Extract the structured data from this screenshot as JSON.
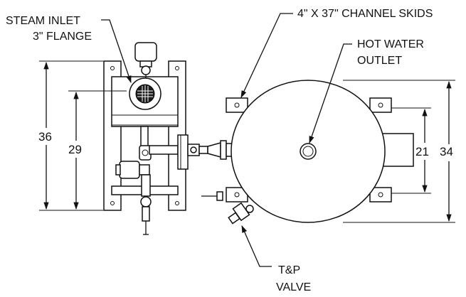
{
  "callouts": {
    "steam_inlet_line1": "STEAM INLET",
    "steam_inlet_line2": "3\" FLANGE",
    "channel_skids": "4\" X 37\" CHANNEL SKIDS",
    "hot_water_line1": "HOT WATER",
    "hot_water_line2": "OUTLET",
    "tp_valve_line1": "T&P",
    "tp_valve_line2": "VALVE"
  },
  "dimensions": {
    "frame_overall_height": "36",
    "frame_inner_height": "29",
    "tank_skid_spacing": "21",
    "tank_overall_height": "34"
  },
  "colors": {
    "line": "#111111",
    "fill_light": "#cfcfcf",
    "background": "#ffffff"
  }
}
